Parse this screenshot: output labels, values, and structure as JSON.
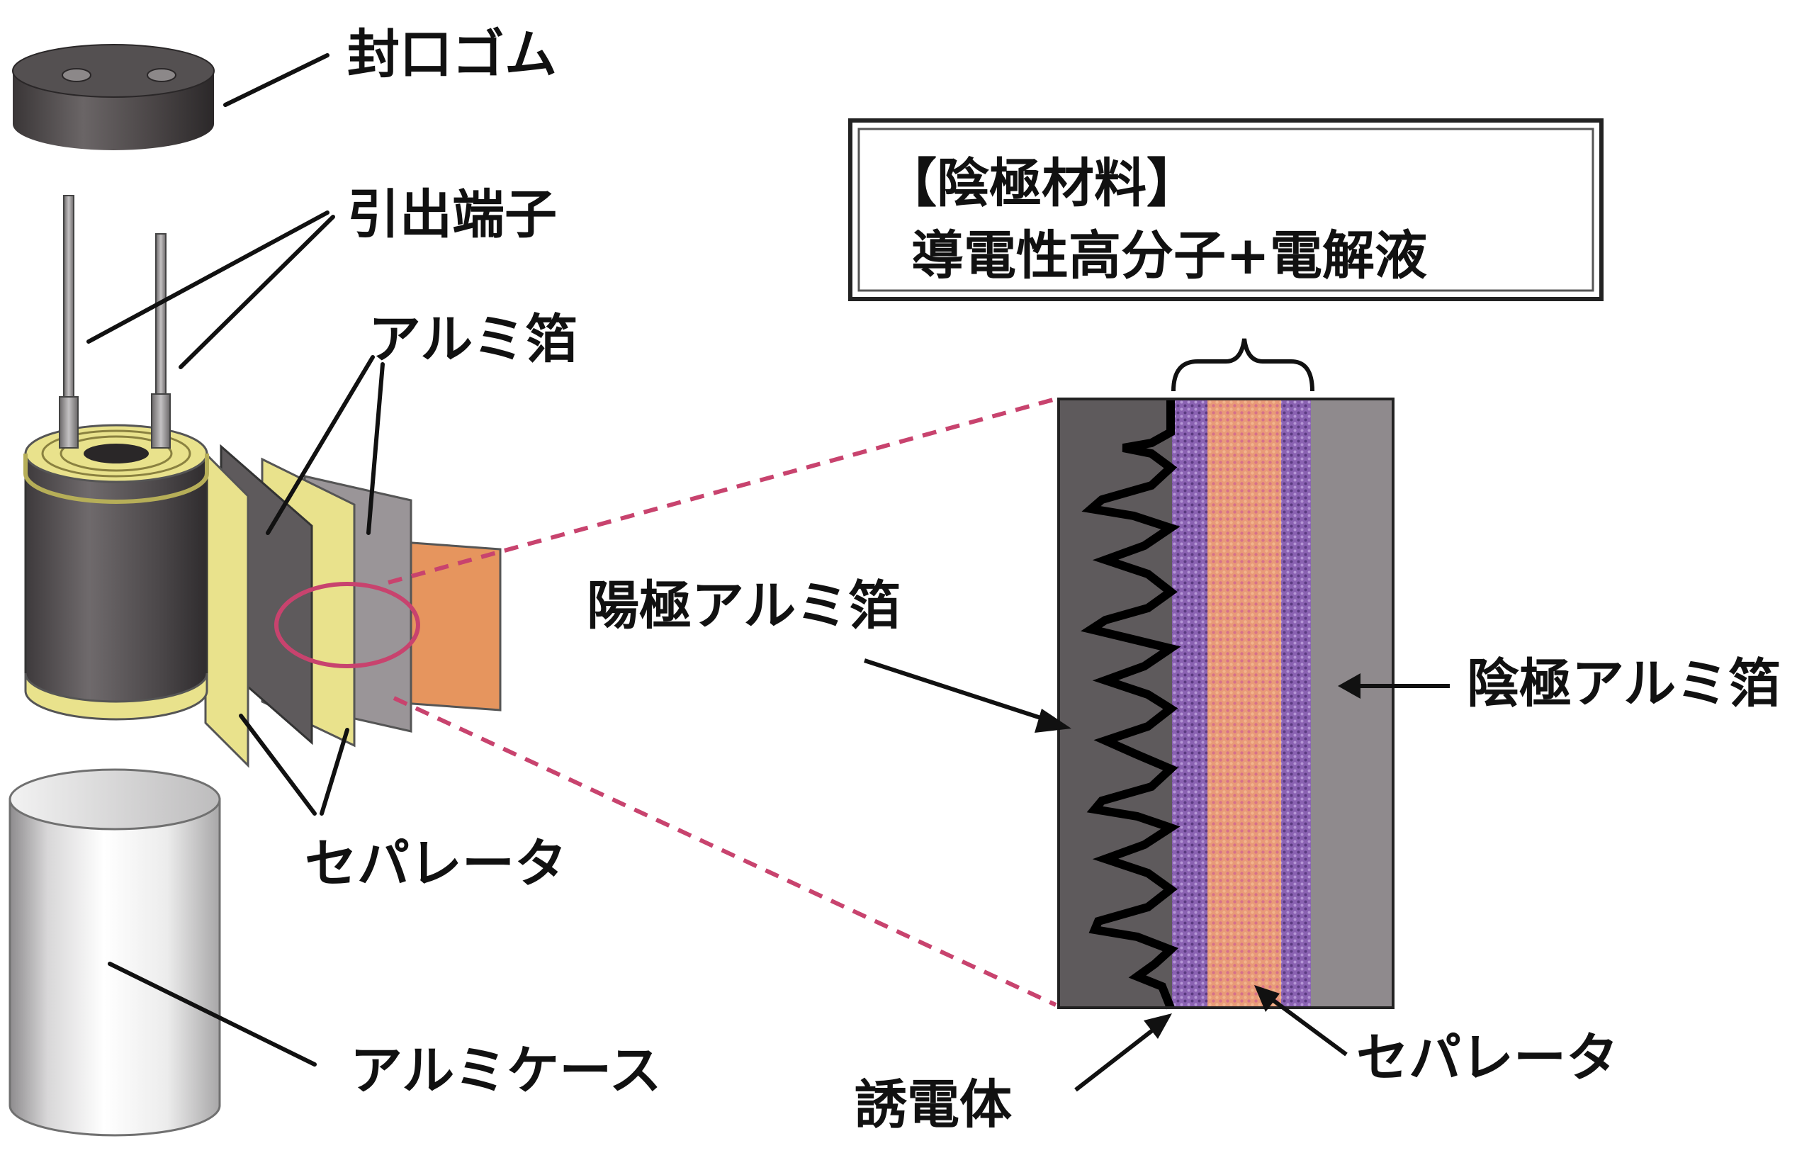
{
  "labels": {
    "seal_rubber": "封口ゴム",
    "lead_terminal": "引出端子",
    "aluminum_foil": "アルミ箔",
    "separator_left": "セパレータ",
    "aluminum_case": "アルミケース",
    "anode_foil": "陽極アルミ箔",
    "cathode_foil": "陰極アルミ箔",
    "dielectric": "誘電体",
    "separator_right": "セパレータ"
  },
  "cathode_material_box": {
    "title": "【陰極材料】",
    "content": "導電性高分子+電解液"
  },
  "colors": {
    "foil_dark": "#5e5a5c",
    "foil_gray": "#8f8a8d",
    "separator_yellow": "#e9e28c",
    "separator_orange": "#e6955e",
    "polymer_purple": "#7e58a8",
    "highlight_pink": "#c8436e",
    "line": "#111111"
  }
}
